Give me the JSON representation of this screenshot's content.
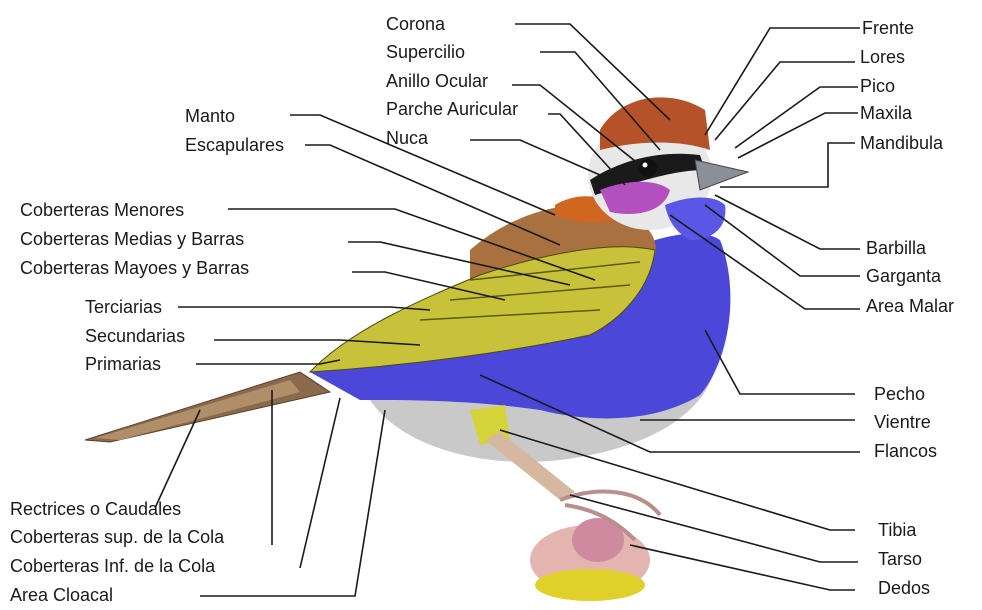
{
  "labels": {
    "corona": "Corona",
    "supercilio": "Supercilio",
    "anillo_ocular": "Anillo Ocular",
    "parche_auricular": "Parche Auricular",
    "nuca": "Nuca",
    "manto": "Manto",
    "escapulares": "Escapulares",
    "coberteras_menores": "Coberteras Menores",
    "coberteras_medias": "Coberteras Medias y Barras",
    "coberteras_mayores": "Coberteras Mayoes y Barras",
    "terciarias": "Terciarias",
    "secundarias": "Secundarias",
    "primarias": "Primarias",
    "rectrices": "Rectrices o Caudales",
    "coberteras_sup_cola": "Coberteras sup. de la Cola",
    "coberteras_inf_cola": "Coberteras Inf. de la Cola",
    "area_cloacal": "Area Cloacal",
    "frente": "Frente",
    "lores": "Lores",
    "pico": "Pico",
    "maxila": "Maxila",
    "mandibula": "Mandibula",
    "barbilla": "Barbilla",
    "garganta": "Garganta",
    "area_malar": "Area Malar",
    "pecho": "Pecho",
    "vientre": "Vientre",
    "flancos": "Flancos",
    "tibia": "Tibia",
    "tarso": "Tarso",
    "dedos": "Dedos"
  },
  "colors": {
    "crown": "#b5522a",
    "blue": "#4a47d9",
    "wing": "#c7c23a",
    "mantle": "#a9713f",
    "ear_patch": "#b44fc0",
    "belly": "#c8c8c8",
    "line": "#1a1a1a"
  }
}
